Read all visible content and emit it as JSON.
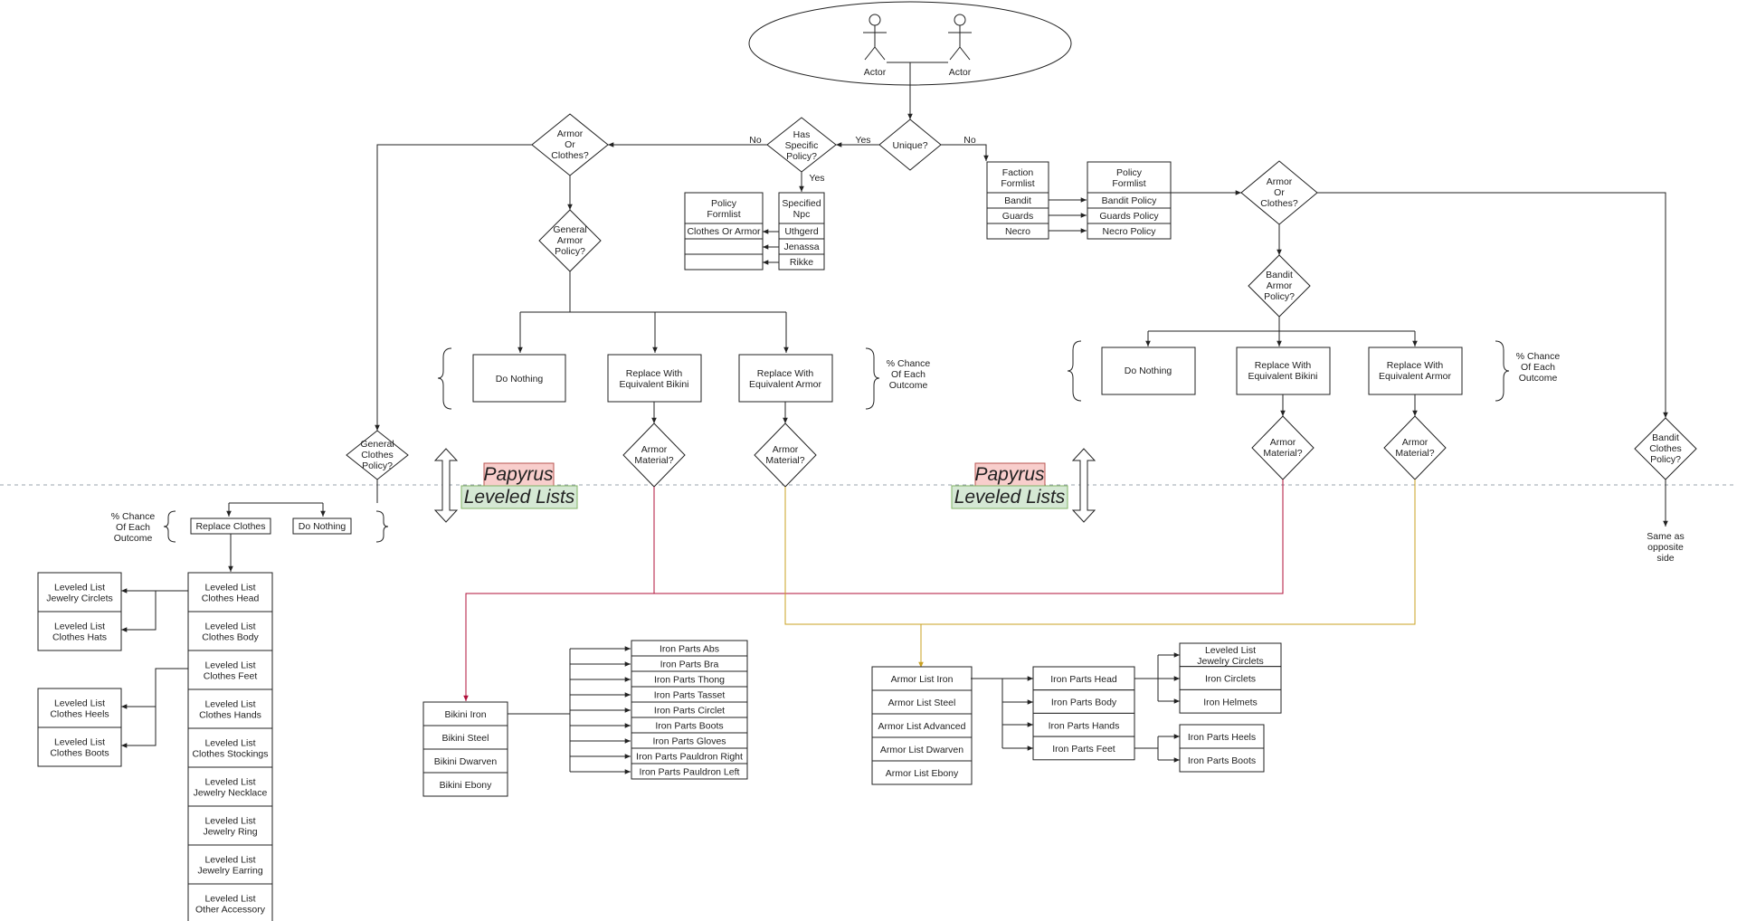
{
  "actor_label": "Actor",
  "decisions": {
    "unique": "Unique?",
    "has_specific_policy": [
      "Has",
      "Specific",
      "Policy?"
    ],
    "armor_or_clothes": [
      "Armor",
      "Or",
      "Clothes?"
    ],
    "general_armor_policy": [
      "General",
      "Armor",
      "Policy?"
    ],
    "general_clothes_policy": [
      "General",
      "Clothes",
      "Policy?"
    ],
    "bandit_armor_policy": [
      "Bandit",
      "Armor",
      "Policy?"
    ],
    "bandit_clothes_policy": [
      "Bandit",
      "Clothes",
      "Policy?"
    ],
    "armor_material": [
      "Armor",
      "Material?"
    ]
  },
  "edge_labels": {
    "yes": "Yes",
    "no": "No"
  },
  "policy_formlist": {
    "title": [
      "Policy",
      "Formlist"
    ],
    "rows": [
      "Clothes Or Armor",
      "",
      ""
    ]
  },
  "specified_npc": {
    "title": [
      "Specified",
      "Npc"
    ],
    "rows": [
      "Uthgerd",
      "Jenassa",
      "Rikke"
    ]
  },
  "faction_formlist": {
    "title": [
      "Faction",
      "Formlist"
    ],
    "rows": [
      "Bandit",
      "Guards",
      "Necro"
    ]
  },
  "policy_formlist_right": {
    "title": [
      "Policy",
      "Formlist"
    ],
    "rows": [
      "Bandit Policy",
      "Guards Policy",
      "Necro Policy"
    ]
  },
  "outcomes": {
    "do_nothing": "Do Nothing",
    "replace_bikini": [
      "Replace With",
      "Equivalent Bikini"
    ],
    "replace_armor": [
      "Replace With",
      "Equivalent Armor"
    ],
    "replace_clothes": "Replace Clothes",
    "chance": [
      "% Chance",
      "Of Each",
      "Outcome"
    ]
  },
  "layer_tags": {
    "papyrus": "Papyrus",
    "leveled_lists": "Leveled Lists"
  },
  "same_as_opposite": [
    "Same as",
    "opposite",
    "side"
  ],
  "clothes_lists": [
    [
      "Leveled List",
      "Clothes Head"
    ],
    [
      "Leveled List",
      "Clothes Body"
    ],
    [
      "Leveled List",
      "Clothes Feet"
    ],
    [
      "Leveled List",
      "Clothes Hands"
    ],
    [
      "Leveled List",
      "Clothes Stockings"
    ],
    [
      "Leveled List",
      "Jewelry Necklace"
    ],
    [
      "Leveled List",
      "Jewelry Ring"
    ],
    [
      "Leveled List",
      "Jewelry Earring"
    ],
    [
      "Leveled List",
      "Other Accessory"
    ]
  ],
  "head_sub_lists": [
    [
      "Leveled List",
      "Jewelry Circlets"
    ],
    [
      "Leveled List",
      "Clothes Hats"
    ]
  ],
  "feet_sub_lists": [
    [
      "Leveled List",
      "Clothes Heels"
    ],
    [
      "Leveled List",
      "Clothes Boots"
    ]
  ],
  "bikini_lists": [
    "Bikini Iron",
    "Bikini Steel",
    "Bikini Dwarven",
    "Bikini Ebony"
  ],
  "iron_parts": [
    "Iron Parts Abs",
    "Iron Parts Bra",
    "Iron Parts Thong",
    "Iron Parts Tasset",
    "Iron Parts Circlet",
    "Iron Parts Boots",
    "Iron Parts Gloves",
    "Iron Parts Pauldron Right",
    "Iron Parts Pauldron Left"
  ],
  "armor_lists": [
    "Armor List Iron",
    "Armor List Steel",
    "Armor List Advanced",
    "Armor List Dwarven",
    "Armor List Ebony"
  ],
  "armor_parts": [
    "Iron Parts Head",
    "Iron Parts Body",
    "Iron Parts Hands",
    "Iron Parts Feet"
  ],
  "head_parts": [
    [
      "Leveled List",
      "Jewelry Circlets"
    ],
    [
      "Iron Circlets"
    ],
    [
      "Iron Helmets"
    ]
  ],
  "feet_parts": [
    "Iron Parts Heels",
    "Iron Parts Boots"
  ],
  "colors": {
    "bikini_line": "#b0103a",
    "armor_line": "#c9a020",
    "papyrus_fill": "#f8cecc",
    "papyrus_stroke": "#b85450",
    "leveled_fill": "#d5e8d4",
    "leveled_stroke": "#82b366",
    "divider": "#9aa3ad"
  }
}
